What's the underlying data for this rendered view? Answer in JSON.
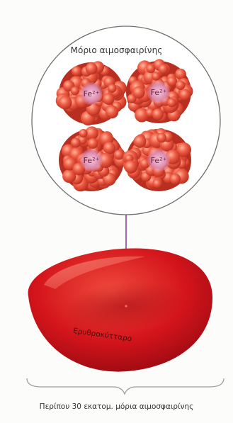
{
  "diagram": {
    "molecule_label": "Μόριο αιμοσφαιρίνης",
    "iron_label": "Fe²⁺",
    "cell_label": "Ερυθροκύτταρο",
    "caption": "Περίπου 30 εκατομ. μόρια αιμοσφαιρίνης"
  },
  "colors": {
    "subunit": "#e8533e",
    "subunit_dark": "#b82e20",
    "iron_center": "#e89ab8",
    "cell_red": "#d8141c",
    "connector": "#7a2a90",
    "outline": "#6a6a6a"
  }
}
